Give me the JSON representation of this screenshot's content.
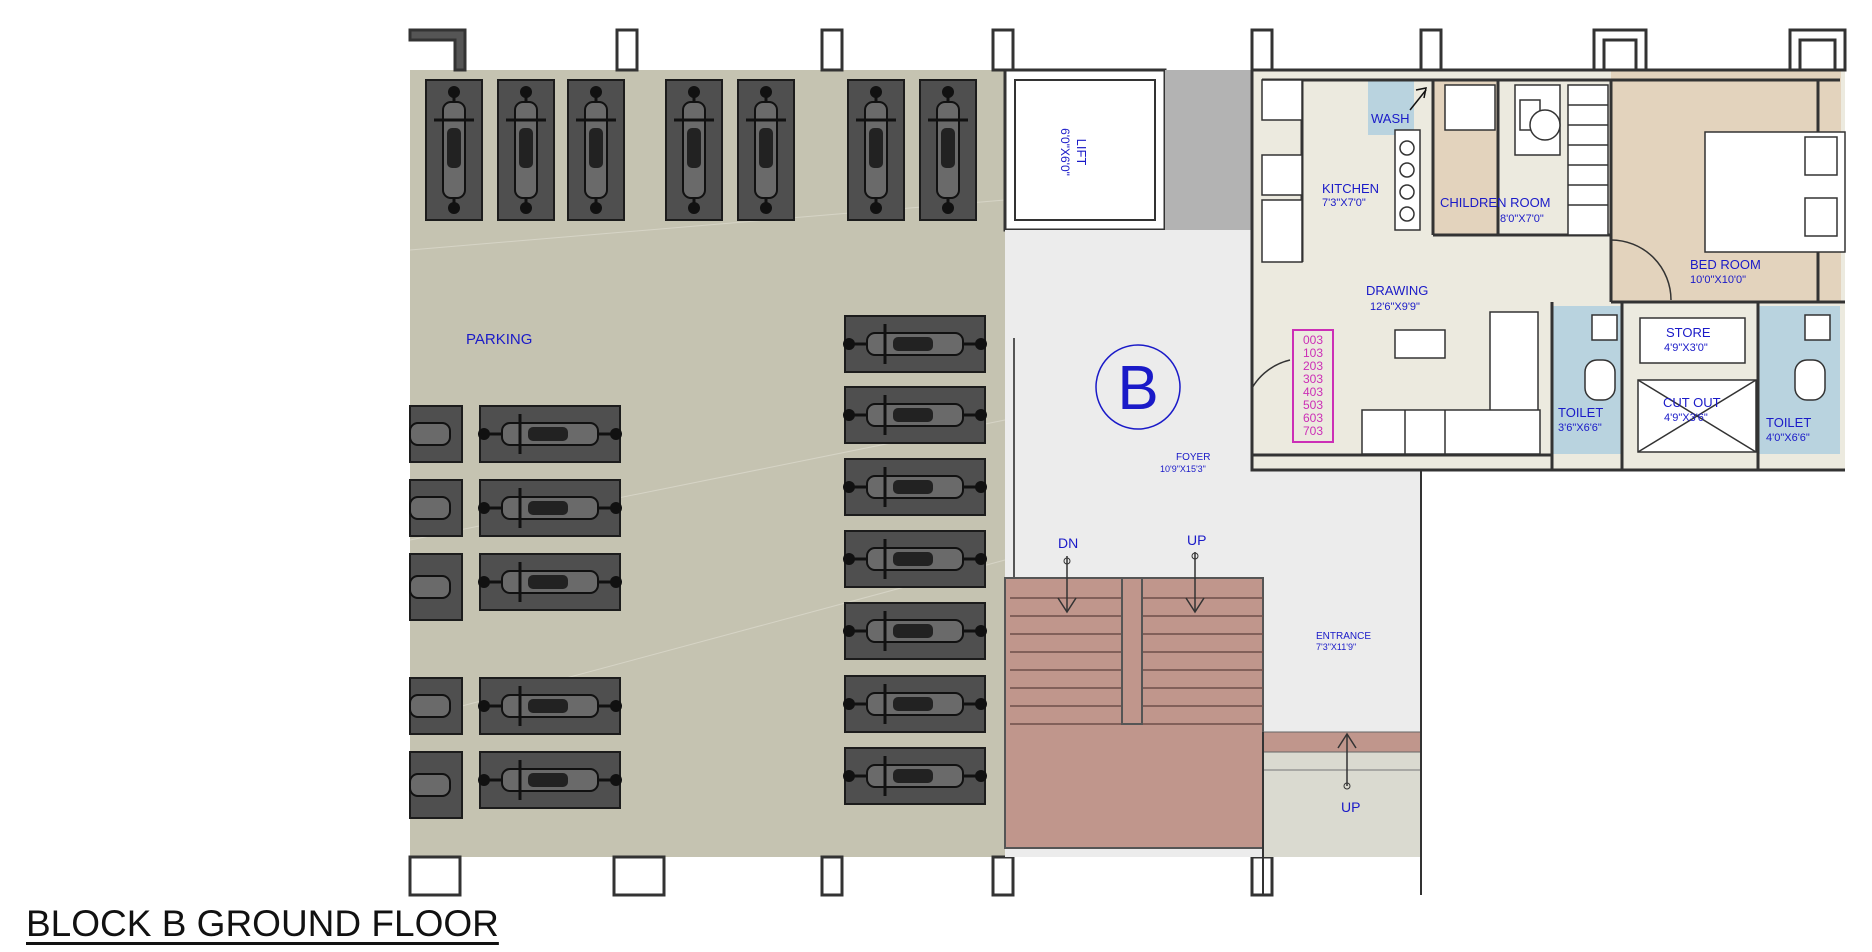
{
  "title": "BLOCK B GROUND FLOOR",
  "block_letter": "B",
  "colors": {
    "parking": "#c5c3b1",
    "lift": "#ffffff",
    "lift_shaft": "#b3b3b3",
    "foyer": "#ececec",
    "stairs": "#c0968c",
    "entrance": "#dadad0",
    "flat_floor": "#eceadf",
    "bedroom": "#e3d3bd",
    "toilet": "#b9d3df",
    "vehicle_slot": "#4f4f4f",
    "label": "#1a1ac8",
    "flat_numbers": "#cc2fb6"
  },
  "rooms": {
    "parking": {
      "name": "PARKING"
    },
    "lift": {
      "name": "LIFT",
      "size": "6'0\"X6'0\""
    },
    "foyer": {
      "name": "FOYER",
      "size": "10'9\"X15'3\""
    },
    "entrance": {
      "name": "ENTRANCE",
      "size": "7'3\"X11'9\""
    },
    "wash": {
      "name": "WASH"
    },
    "kitchen": {
      "name": "KITCHEN",
      "size": "7'3\"X7'0\""
    },
    "children_room": {
      "name": "CHILDREN ROOM",
      "size": "8'0\"X7'0\""
    },
    "bed_room": {
      "name": "BED ROOM",
      "size": "10'0\"X10'0\""
    },
    "drawing": {
      "name": "DRAWING",
      "size": "12'6\"X9'9\""
    },
    "store": {
      "name": "STORE",
      "size": "4'9\"X3'0\""
    },
    "cut_out": {
      "name": "CUT OUT",
      "size": "4'9\"X3'6\""
    },
    "toilet_left": {
      "name": "TOILET",
      "size": "3'6\"X6'6\""
    },
    "toilet_right": {
      "name": "TOILET",
      "size": "4'0\"X6'6\""
    }
  },
  "stairs": {
    "dn_label": "DN",
    "up_label": "UP",
    "entrance_up_label": "UP"
  },
  "flat_numbers": [
    "003",
    "103",
    "203",
    "303",
    "403",
    "503",
    "603",
    "703"
  ]
}
